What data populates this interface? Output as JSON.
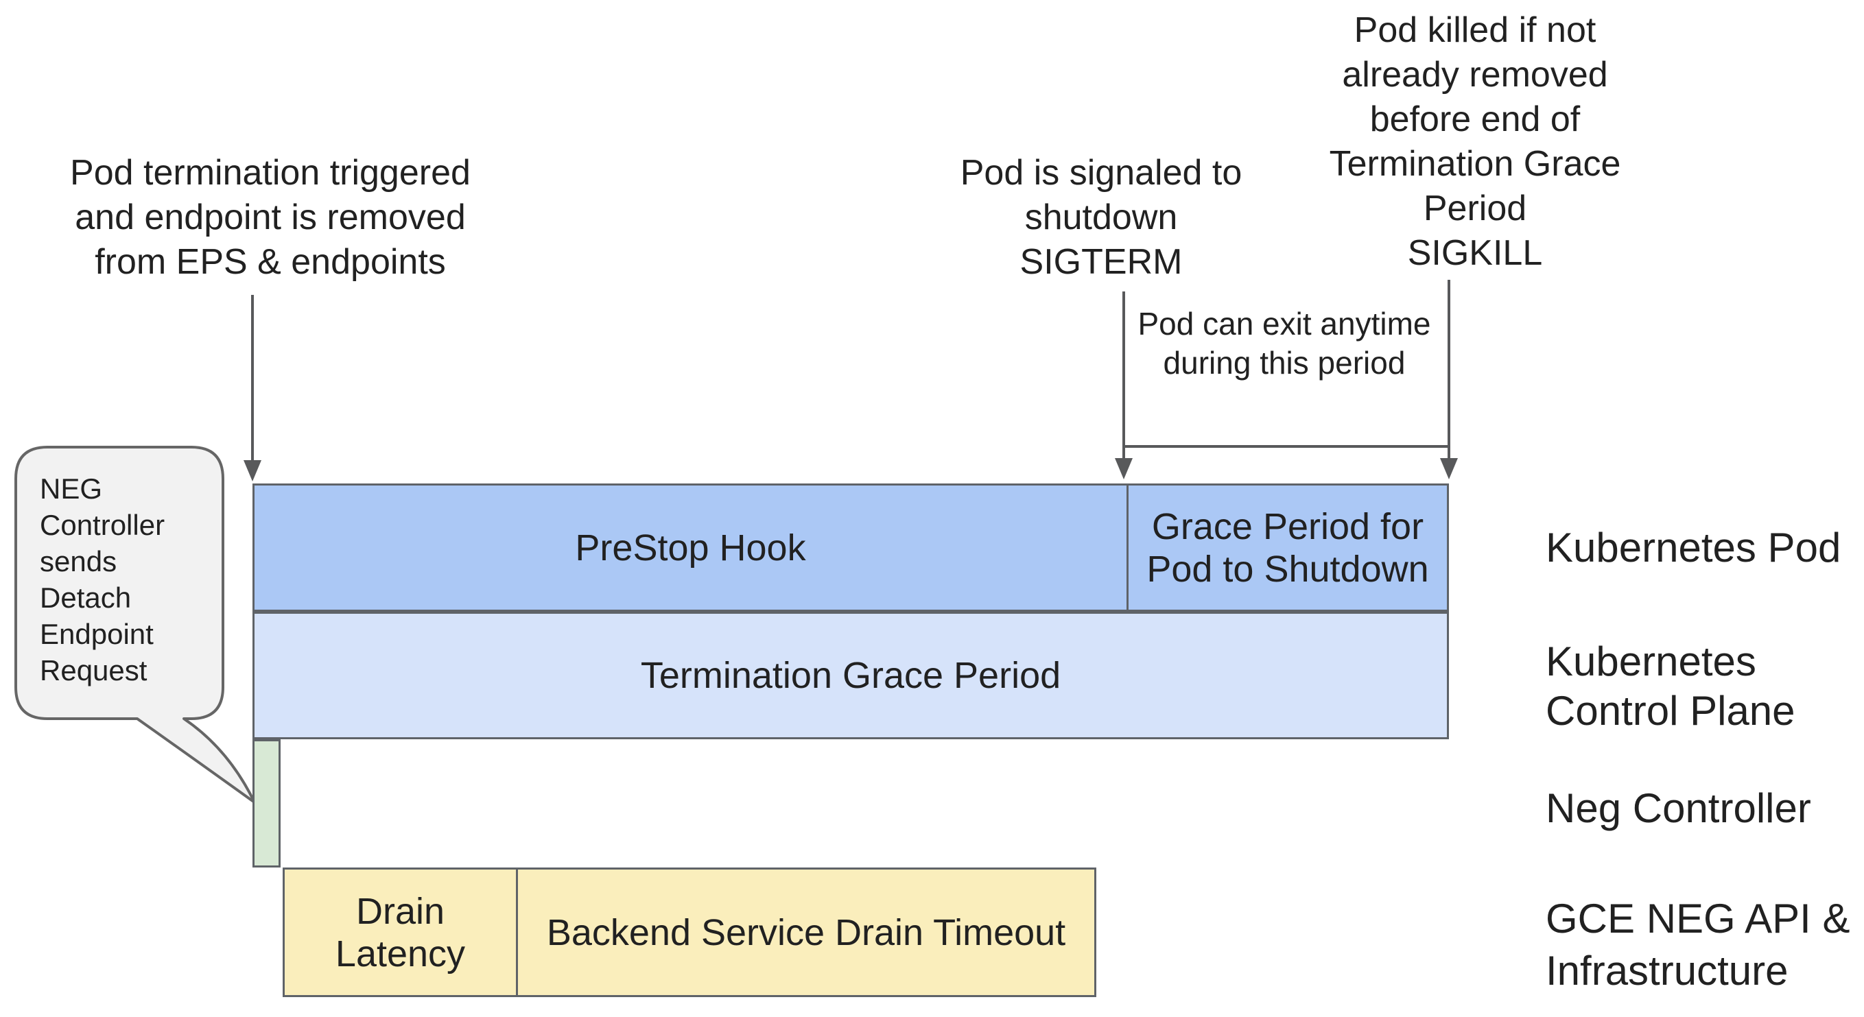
{
  "diagram": {
    "annotations": {
      "pod_termination": "Pod termination triggered\nand endpoint is removed\nfrom EPS & endpoints",
      "sigterm": "Pod is signaled to\nshutdown\nSIGTERM",
      "sigkill": "Pod killed if not\nalready removed\nbefore end of\nTermination Grace\nPeriod\nSIGKILL",
      "exit_window": "Pod can exit anytime\nduring this period",
      "speech_bubble": "NEG\nController\nsends\nDetach\nEndpoint\nRequest"
    },
    "bars": {
      "prestop_label": "PreStop Hook",
      "grace_period_label": "Grace Period for\nPod to Shutdown",
      "termination_grace_label": "Termination Grace Period",
      "drain_latency_label": "Drain\nLatency",
      "backend_drain_label": "Backend Service Drain Timeout"
    },
    "row_labels": {
      "kubernetes_pod": "Kubernetes Pod",
      "control_plane": "Kubernetes\nControl Plane",
      "neg_controller": "Neg Controller",
      "gce_neg": "GCE NEG API &\nInfrastructure"
    },
    "colors": {
      "pod_bar": "#abc8f5",
      "control_plane_bar": "#d6e3fa",
      "neg_bar": "#d8e9d5",
      "gce_bar": "#faeebc",
      "line": "#58595b",
      "border": "#5f6368",
      "bubble_fill": "#f2f2f2",
      "bubble_stroke": "#666666",
      "text": "#212121"
    }
  }
}
